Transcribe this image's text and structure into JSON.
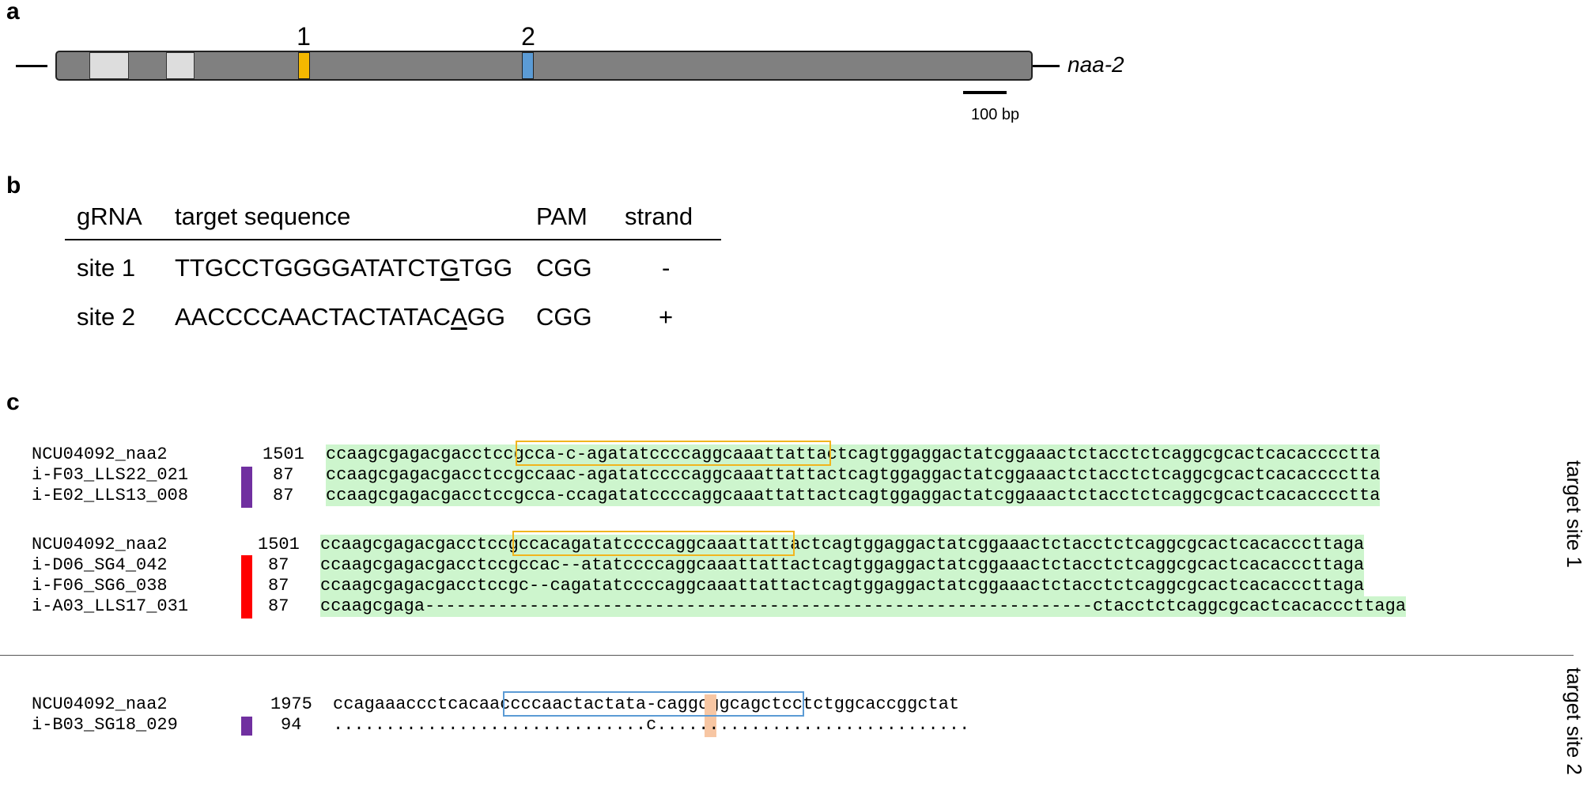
{
  "panels": {
    "a": "a",
    "b": "b",
    "c": "c"
  },
  "gene_map": {
    "gene_name": "naa-2",
    "site_labels": [
      "1",
      "2"
    ],
    "scale_label": "100 bp",
    "colors": {
      "gene": "#808080",
      "utr": "#dddddd",
      "site1": "#f5b800",
      "site2": "#5b9bd5"
    }
  },
  "grna_table": {
    "headers": [
      "gRNA",
      "target sequence",
      "PAM",
      "strand"
    ],
    "rows": [
      {
        "grna": "site 1",
        "seq_pre": "TTGCCTGGGGATATCT",
        "seq_ul": "G",
        "seq_post": "TGG",
        "pam": "CGG",
        "strand": "-"
      },
      {
        "grna": "site 2",
        "seq_pre": "AACCCCAACTACTATAC",
        "seq_ul": "A",
        "seq_post": "GG",
        "pam": "CGG",
        "strand": "+"
      }
    ]
  },
  "alignments": {
    "target_labels": [
      "target site 1",
      "target site 2"
    ],
    "colors": {
      "match_bg": "#cdf5cd",
      "site1_box": "#f1b51e",
      "site2_box": "#5b9bd5",
      "insertion_bg": "#f7c6a3",
      "bar_purple": "#7030a0",
      "bar_red": "#ff0000"
    },
    "group1": [
      {
        "name": "NCU04092_naa2",
        "pos": "1501",
        "seq": "ccaagcgagacgacctccgcca-c-agatatccccaggcaaattattactcagtggaggactatcggaaactctacctctcaggcgcactcacacccctta"
      },
      {
        "name": "i-F03_LLS22_021",
        "pos": "87",
        "seq": "ccaagcgagacgacctccgccaac-agatatccccaggcaaattattactcagtggaggactatcggaaactctacctctcaggcgcactcacacccctta"
      },
      {
        "name": "i-E02_LLS13_008",
        "pos": "87",
        "seq": "ccaagcgagacgacctccgcca-ccagatatccccaggcaaattattactcagtggaggactatcggaaactctacctctcaggcgcactcacacccctta"
      }
    ],
    "group2": [
      {
        "name": "NCU04092_naa2",
        "pos": "1501",
        "seq": "ccaagcgagacgacctccgccacagatatccccaggcaaattattactcagtggaggactatcggaaactctacctctcaggcgcactcacacccttaga"
      },
      {
        "name": "i-D06_SG4_042",
        "pos": "87",
        "seq": "ccaagcgagacgacctccgccac--atatccccaggcaaattattactcagtggaggactatcggaaactctacctctcaggcgcactcacacccttaga"
      },
      {
        "name": "i-F06_SG6_038",
        "pos": "87",
        "seq": "ccaagcgagacgacctccgc--cagatatccccaggcaaattattactcagtggaggactatcggaaactctacctctcaggcgcactcacacccttaga"
      },
      {
        "name": "i-A03_LLS17_031",
        "pos": "87",
        "seq": "ccaagcgaga----------------------------------------------------------------ctacctctcaggcgcactcacacccttaga"
      }
    ],
    "group3": [
      {
        "name": "NCU04092_naa2",
        "pos": "1975",
        "seq": "ccagaaaccctcacaaccccaactactata-caggcggcagctcctctggcaccggctat"
      },
      {
        "name": "i-B03_SG18_029",
        "pos": "94",
        "seq": "..............................c.............................."
      }
    ]
  }
}
